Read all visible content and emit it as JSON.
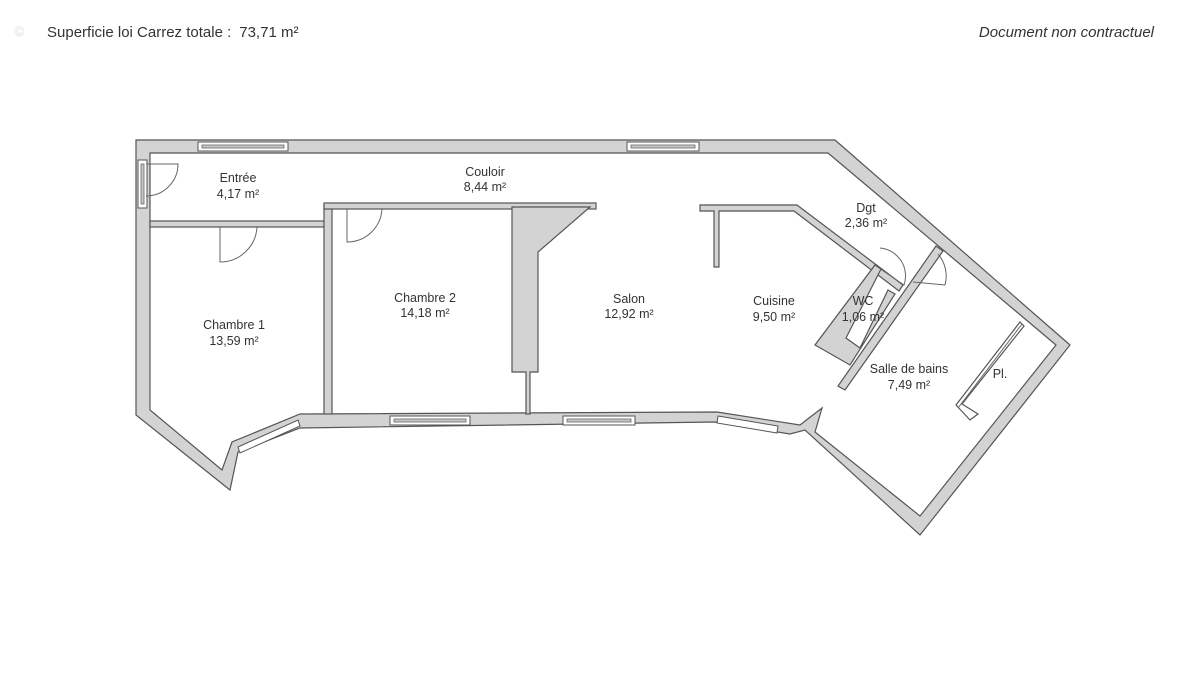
{
  "header": {
    "watermark": "©",
    "area_label": "Superficie loi Carrez totale :",
    "area_value": "73,71 m²",
    "disclaimer": "Document non contractuel"
  },
  "rooms": [
    {
      "name": "Entrée",
      "area": "4,17 m²"
    },
    {
      "name": "Couloir",
      "area": "8,44 m²"
    },
    {
      "name": "Dgt",
      "area": "2,36 m²"
    },
    {
      "name": "Chambre 2",
      "area": "14,18 m²"
    },
    {
      "name": "Salon",
      "area": "12,92 m²"
    },
    {
      "name": "Cuisine",
      "area": "9,50 m²"
    },
    {
      "name": "WC",
      "area": "1,06 m²"
    },
    {
      "name": "Chambre 1",
      "area": "13,59 m²"
    },
    {
      "name": "Salle de bains",
      "area": "7,49 m²"
    },
    {
      "name": "Pl.",
      "area": ""
    }
  ],
  "colors": {
    "wall": "#d3d3d3",
    "line": "#555555"
  }
}
